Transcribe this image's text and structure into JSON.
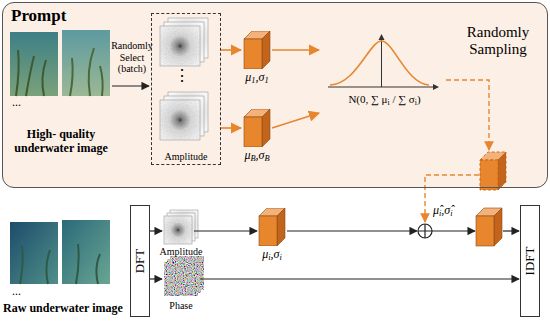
{
  "diagram": {
    "nodes": [
      {
        "text": [
          "Prompt"
        ]
      },
      {
        "text": [
          "Amplitude"
        ],
        "in": 0
      },
      {
        "text": [
          "μ1,σ1"
        ],
        "in": 0
      },
      {
        "text": [
          "μB,σB"
        ],
        "in": 0
      },
      {
        "text": [
          "N(0, ∑ μi / ∑ σi)"
        ],
        "in": 0
      },
      {
        "text": [
          "DFT"
        ]
      },
      {
        "text": [
          "μi,σi"
        ]
      },
      {
        "text": [
          "IDFT"
        ]
      }
    ],
    "edges": [
      {
        "from": 1,
        "to": 2,
        "arrow": "to"
      },
      {
        "from": 1,
        "to": 3,
        "arrow": "to"
      },
      {
        "from": 2,
        "to": 4,
        "arrow": "to"
      },
      {
        "from": 3,
        "to": 4,
        "arrow": "to"
      }
    ],
    "labels": [
      "...",
      "High- quality underwater image",
      "Randomly Select (batch)",
      "⋮",
      "Randomly Sampling",
      "...",
      "Raw underwater image",
      "Amplitude",
      "Phase",
      "μ̂i,σ̂i"
    ]
  }
}
